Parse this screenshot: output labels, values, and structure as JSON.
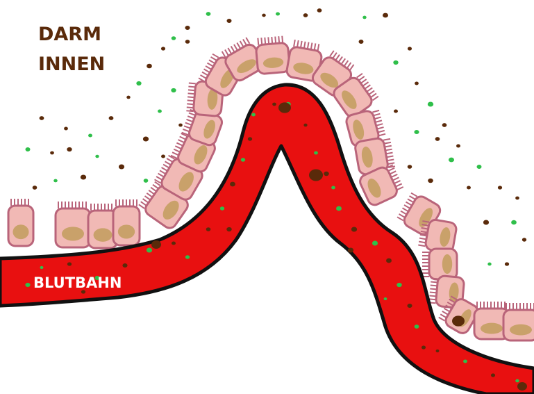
{
  "labels": {
    "gut_line1": "DARM",
    "gut_line2": "INNEN",
    "blood": "BLUTBAHN"
  },
  "colors": {
    "blood": "#e81010",
    "vessel_outline": "#111111",
    "cell_fill": "#f1b9b5",
    "cell_outline": "#b9647a",
    "nucleus": "#c9a16a",
    "label_gut": "#5a2a0a",
    "label_blood": "#ffffff",
    "particle_brown": "#5a2a0a",
    "particle_green": "#2fbf4a"
  }
}
